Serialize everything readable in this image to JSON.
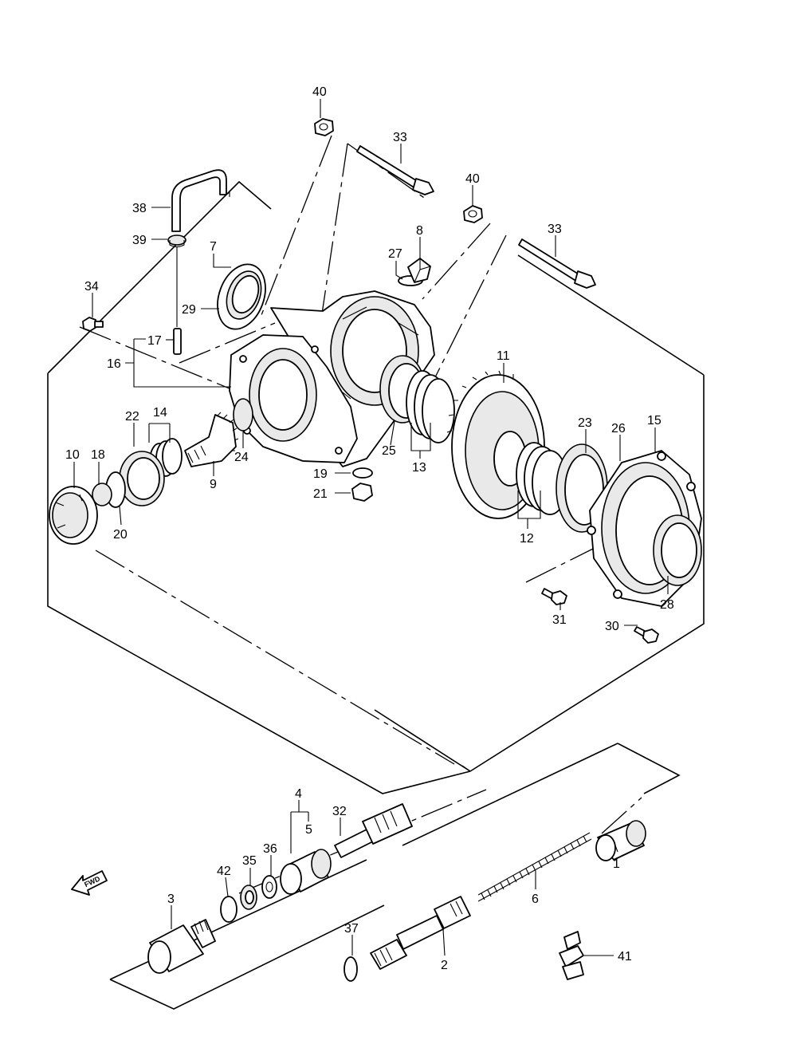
{
  "diagram": {
    "callouts": [
      {
        "id": "c40a",
        "text": "40"
      },
      {
        "id": "c33a",
        "text": "33"
      },
      {
        "id": "c40b",
        "text": "40"
      },
      {
        "id": "c33b",
        "text": "33"
      },
      {
        "id": "c38",
        "text": "38"
      },
      {
        "id": "c39",
        "text": "39"
      },
      {
        "id": "c8",
        "text": "8"
      },
      {
        "id": "c27",
        "text": "27"
      },
      {
        "id": "c7",
        "text": "7"
      },
      {
        "id": "c34",
        "text": "34"
      },
      {
        "id": "c29",
        "text": "29"
      },
      {
        "id": "c17",
        "text": "17"
      },
      {
        "id": "c16",
        "text": "16"
      },
      {
        "id": "c11",
        "text": "11"
      },
      {
        "id": "c22",
        "text": "22"
      },
      {
        "id": "c14",
        "text": "14"
      },
      {
        "id": "c23",
        "text": "23"
      },
      {
        "id": "c26",
        "text": "26"
      },
      {
        "id": "c15",
        "text": "15"
      },
      {
        "id": "c10",
        "text": "10"
      },
      {
        "id": "c18",
        "text": "18"
      },
      {
        "id": "c24",
        "text": "24"
      },
      {
        "id": "c25",
        "text": "25"
      },
      {
        "id": "c13",
        "text": "13"
      },
      {
        "id": "c9",
        "text": "9"
      },
      {
        "id": "c19",
        "text": "19"
      },
      {
        "id": "c21",
        "text": "21"
      },
      {
        "id": "c20",
        "text": "20"
      },
      {
        "id": "c12",
        "text": "12"
      },
      {
        "id": "c28",
        "text": "28"
      },
      {
        "id": "c30",
        "text": "30"
      },
      {
        "id": "c31",
        "text": "31"
      },
      {
        "id": "c4",
        "text": "4"
      },
      {
        "id": "c32",
        "text": "32"
      },
      {
        "id": "c5",
        "text": "5"
      },
      {
        "id": "c35",
        "text": "35"
      },
      {
        "id": "c36",
        "text": "36"
      },
      {
        "id": "c42",
        "text": "42"
      },
      {
        "id": "c1",
        "text": "1"
      },
      {
        "id": "c3",
        "text": "3"
      },
      {
        "id": "c6",
        "text": "6"
      },
      {
        "id": "c37",
        "text": "37"
      },
      {
        "id": "c2",
        "text": "2"
      },
      {
        "id": "c41",
        "text": "41"
      }
    ],
    "fwd_label": "FWD"
  }
}
